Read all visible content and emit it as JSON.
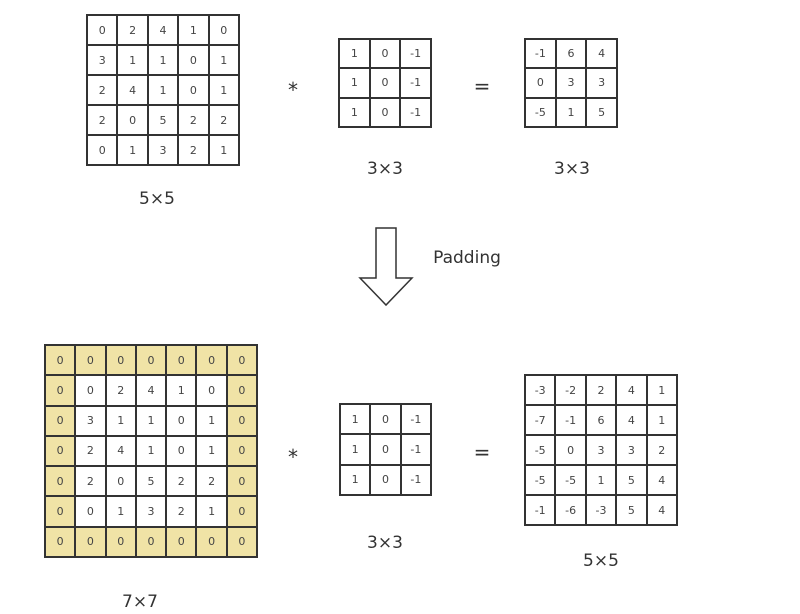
{
  "top": {
    "input": {
      "label": "5×5",
      "rows": [
        [
          0,
          2,
          4,
          1,
          0
        ],
        [
          3,
          1,
          1,
          0,
          1
        ],
        [
          2,
          4,
          1,
          0,
          1
        ],
        [
          2,
          0,
          5,
          2,
          2
        ],
        [
          0,
          1,
          3,
          2,
          1
        ]
      ]
    },
    "kernel": {
      "label": "3×3",
      "rows": [
        [
          1,
          0,
          -1
        ],
        [
          1,
          0,
          -1
        ],
        [
          1,
          0,
          -1
        ]
      ]
    },
    "output": {
      "label": "3×3",
      "rows": [
        [
          -1,
          6,
          4
        ],
        [
          0,
          3,
          3
        ],
        [
          -5,
          1,
          5
        ]
      ]
    },
    "multiply_symbol": "*",
    "equals_symbol": "="
  },
  "arrow": {
    "label": "Padding",
    "icon": "down-arrow-icon"
  },
  "bottom": {
    "input": {
      "label": "7×7",
      "rows": [
        [
          0,
          0,
          0,
          0,
          0,
          0,
          0
        ],
        [
          0,
          0,
          2,
          4,
          1,
          0,
          0
        ],
        [
          0,
          3,
          1,
          1,
          0,
          1,
          0
        ],
        [
          0,
          2,
          4,
          1,
          0,
          1,
          0
        ],
        [
          0,
          2,
          0,
          5,
          2,
          2,
          0
        ],
        [
          0,
          0,
          1,
          3,
          2,
          1,
          0
        ],
        [
          0,
          0,
          0,
          0,
          0,
          0,
          0
        ]
      ]
    },
    "kernel": {
      "label": "3×3",
      "rows": [
        [
          1,
          0,
          -1
        ],
        [
          1,
          0,
          -1
        ],
        [
          1,
          0,
          -1
        ]
      ]
    },
    "output": {
      "label": "5×5",
      "rows": [
        [
          -3,
          -2,
          2,
          4,
          1
        ],
        [
          -7,
          -1,
          6,
          4,
          1
        ],
        [
          -5,
          0,
          3,
          3,
          2
        ],
        [
          -5,
          -5,
          1,
          5,
          4
        ],
        [
          -1,
          -6,
          -3,
          5,
          4
        ]
      ]
    },
    "multiply_symbol": "*",
    "equals_symbol": "="
  },
  "colors": {
    "padding": "#f0e3a6",
    "border": "#333333"
  }
}
